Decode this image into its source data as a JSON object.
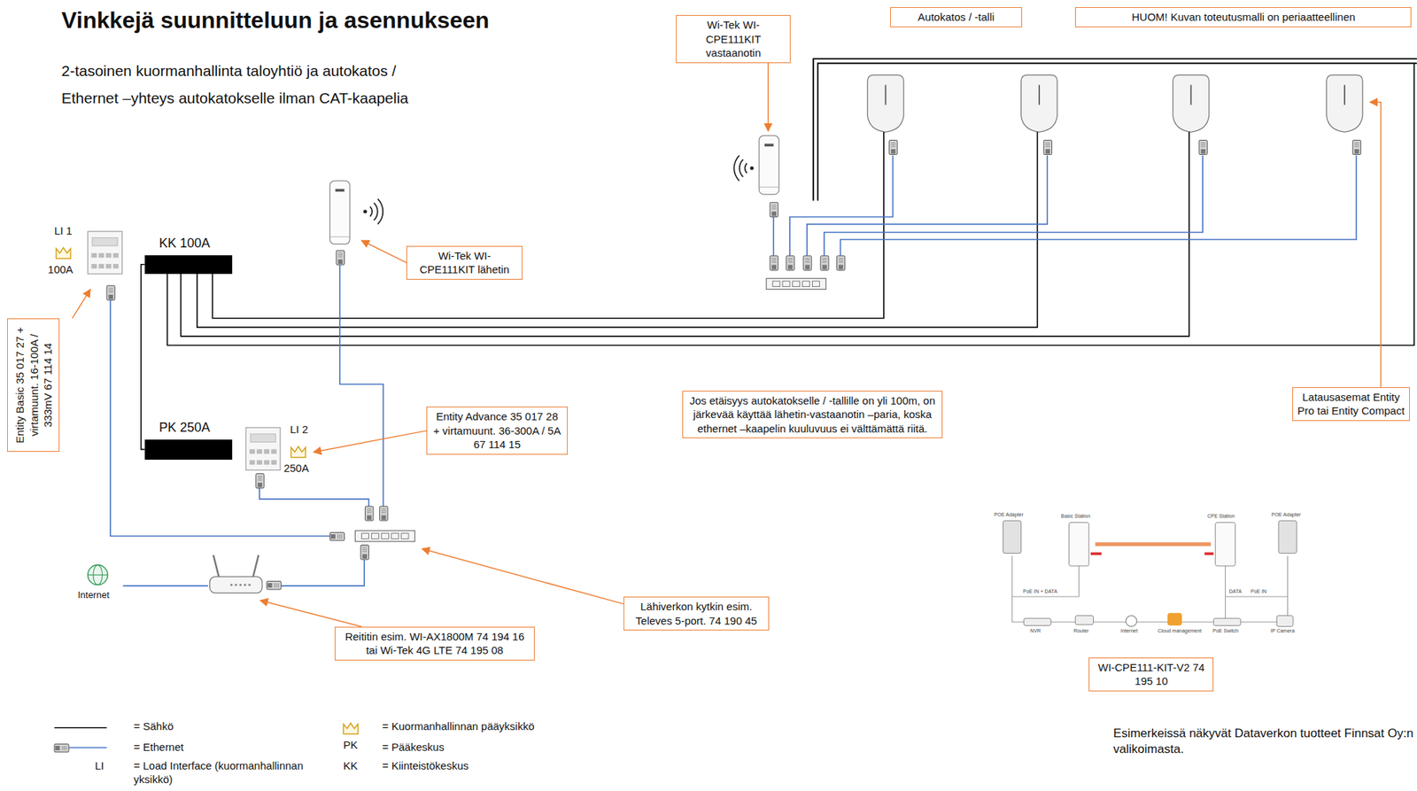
{
  "diagram": {
    "title": "Vinkkejä suunnitteluun ja asennukseen",
    "nodes": [
      {
        "text": [
          "Wi-Tek WI-CPE111KIT vastaanotin"
        ]
      },
      {
        "text": [
          "Autokatos / -talli"
        ]
      },
      {
        "text": [
          "HUOM! Kuvan toteutusmalli on periaatteellinen"
        ]
      },
      {
        "text": [
          "KK 100A"
        ]
      },
      {
        "text": [
          "Wi-Tek WI-CPE111KIT lähetin"
        ]
      },
      {
        "text": [
          "Entity Basic 35 017 27 + virtamuunt. 16-100A / 333mV 67 114 14"
        ]
      },
      {
        "text": [
          "PK 250A"
        ]
      },
      {
        "text": [
          "Entity Advance 35 017 28 + virtamuunt. 36-300A / 5A 67 114 15"
        ]
      },
      {
        "text": [
          "Jos etäisyys autokatokselle / -tallille on yli 100m, on järkevää käyttää lähetin-vastaanotin –paria, koska ethernet –kaapelin kuuluvuus ei välttämättä riitä."
        ]
      },
      {
        "text": [
          "Latausasemat Entity Pro tai Entity Compact"
        ]
      },
      {
        "text": [
          "Lähiverkon kytkin esim. Televes 5-port. 74 190 45"
        ]
      },
      {
        "text": [
          "Reititin esim. WI-AX1800M 74 194 16 tai Wi-Tek 4G LTE 74 195 08"
        ]
      },
      {
        "text": [
          "WI-CPE111-KIT-V2 74 195 10"
        ]
      }
    ],
    "edges": [
      {
        "from": 3,
        "to": 6,
        "arrow": "none"
      }
    ],
    "labels": [
      "2-tasoinen kuormanhallinta taloyhtiö ja autokatos /",
      "Ethernet –yhteys autokatokselle ilman CAT-kaapelia",
      "LI 1",
      "100A",
      "LI 2",
      "250A",
      "Internet",
      "LI",
      "PK",
      "KK",
      "Esimerkeissä näkyvät Dataverkon tuotteet Finnsat Oy:n valikoimasta.",
      "POE Adapter",
      "Basic Station",
      "CPE Station",
      "POE Adapter",
      "PoE IN + DATA",
      "DATA",
      "PoE IN",
      "NVR",
      "Router",
      "Internet",
      "Cloud management",
      "PoE Switch",
      "IP Camera"
    ],
    "legend": [
      {
        "text": "= Sähkö"
      },
      {
        "text": "= Ethernet"
      },
      {
        "text": "= Load Interface (kuormanhallinnan yksikkö)"
      },
      {
        "text": "= Kuormanhallinnan pääyksikkö"
      },
      {
        "text": "= Pääkeskus"
      },
      {
        "text": "= Kiinteistökeskus"
      }
    ]
  }
}
